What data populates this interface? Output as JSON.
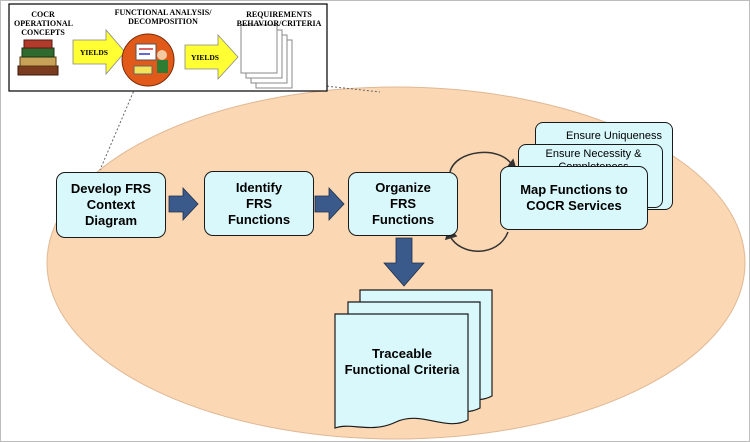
{
  "inset": {
    "concepts_label": "COCR OPERATIONAL CONCEPTS",
    "analysis_label": "FUNCTIONAL ANALYSIS/ DECOMPOSITION",
    "requirements_label": "REQUIREMENTS BEHAVIOR/CRITERIA",
    "yields_1": "YIELDS",
    "yields_2": "YIELDS"
  },
  "process": {
    "step_develop": "Develop FRS Context Diagram",
    "step_identify": "Identify FRS Functions",
    "step_organize": "Organize FRS Functions",
    "map_functions": "Map Functions to COCR Services",
    "ensure_necessity": "Ensure Necessity & Completeness",
    "ensure_uniqueness": "Ensure Uniqueness",
    "output": "Traceable Functional Criteria"
  },
  "colors": {
    "ellipse_fill": "#fbd7b3",
    "box_fill": "#d9f8fb",
    "arrow_fill": "#3b5a8c",
    "yields_arrow": "#ffff33"
  }
}
